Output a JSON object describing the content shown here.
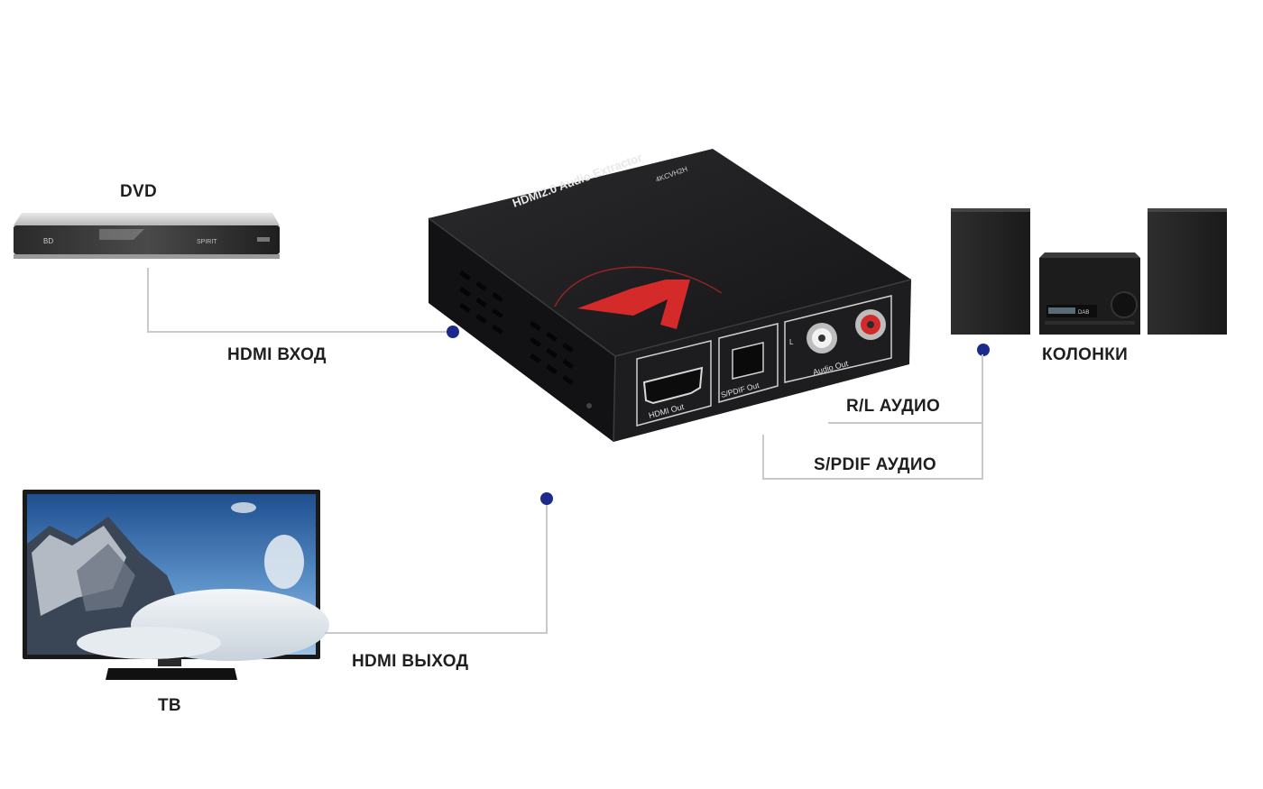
{
  "device": {
    "top_label": "HDMI2.0 Audio Extractor",
    "model": "4KCVH2H",
    "ports": {
      "hdmi_out": "HDMI Out",
      "spdif_out": "S/PDIF Out",
      "audio_out": "Audio Out",
      "left_marker": "L"
    },
    "accent_color": "#d42a2a",
    "body_color": "#1b1b1d"
  },
  "dvd": {
    "label": "DVD",
    "front_text": "BD",
    "display_text": "SPIRIT"
  },
  "tv": {
    "label": "ТВ"
  },
  "speakers": {
    "label": "КОЛОНКИ",
    "display_text": "DAB"
  },
  "connections": {
    "hdmi_in": "HDMI ВХОД",
    "hdmi_out": "HDMI ВЫХОД",
    "rl_audio": "R/L АУДИО",
    "spdif_audio": "S/PDIF АУДИО"
  },
  "colors": {
    "line": "#c9c9c9",
    "dot": "#1c2a8c",
    "text": "#1f1f1f"
  }
}
